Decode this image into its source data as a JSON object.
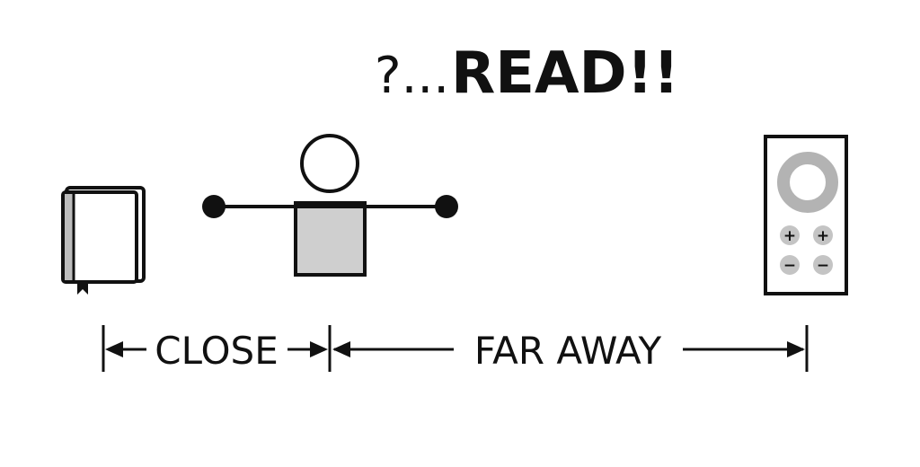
{
  "title": {
    "prefix": "?...",
    "emphasis": "READ!!"
  },
  "measurements": {
    "close_label": "CLOSE",
    "far_label": "FAR AWAY"
  },
  "remote": {
    "plus_symbol": "+",
    "minus_symbol": "−"
  },
  "colors": {
    "ink": "#111111",
    "fill_gray": "#c8c8c8",
    "ring_gray": "#b3b3b3",
    "background": "#ffffff"
  },
  "icons": [
    "book-icon",
    "person-icon",
    "remote-control-icon",
    "arrow-left-icon",
    "arrow-right-icon"
  ]
}
